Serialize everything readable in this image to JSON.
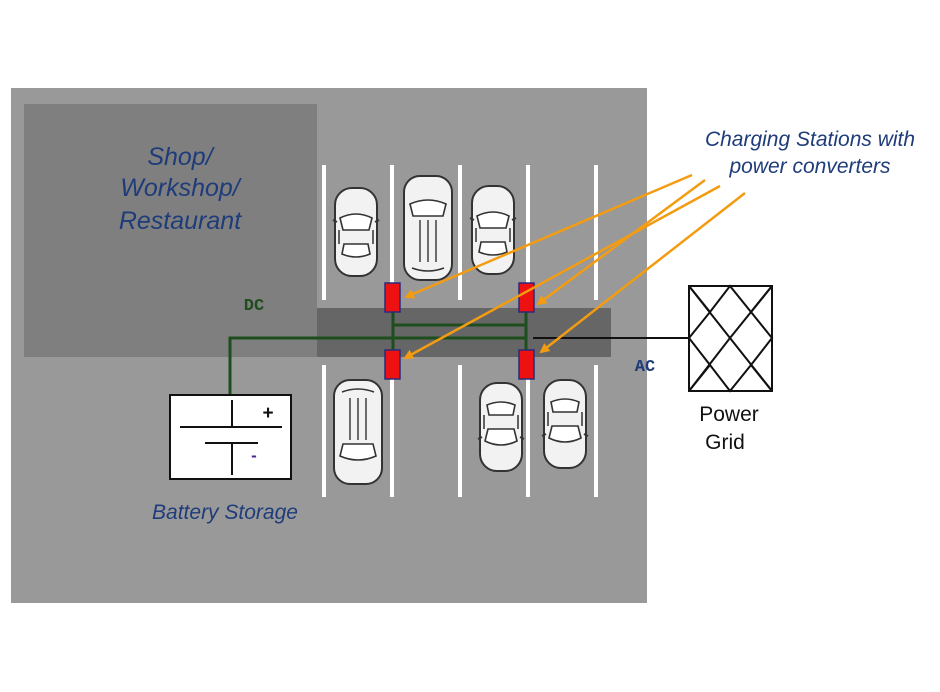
{
  "labels": {
    "shop_line1": "Shop/",
    "shop_line2": "Workshop/",
    "shop_line3": "Restaurant",
    "charging_line1": "Charging Stations with",
    "charging_line2": "power converters",
    "dc": "DC",
    "ac": "AC",
    "battery": "Battery Storage",
    "battery_plus": "+",
    "battery_minus": "-",
    "grid_line1": "Power",
    "grid_line2": "Grid"
  },
  "colors": {
    "lot": "#999999",
    "building": "#7f7f7f",
    "bus_strip": "#666666",
    "dc_bus": "#1e4d1e",
    "station": "#ee1111",
    "arrow": "#f39c12",
    "label": "#1f3c7a"
  }
}
